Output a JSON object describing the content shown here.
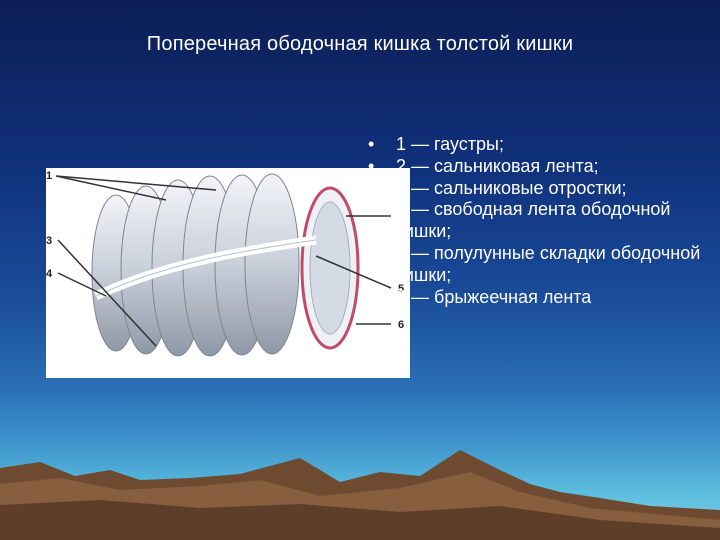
{
  "slide": {
    "title": "Поперечная ободочная кишка толстой кишки",
    "bullets": [
      "1 — гаустры;",
      "2 — сальниковая лента;",
      "3 — сальниковые отростки;",
      "4 — свободная лента ободочной кишки;",
      "5 — полулунные складки ободочной кишки;",
      "6 — брыжеечная лента"
    ],
    "bullet_glyph": "•",
    "figure_labels": [
      "1",
      "3",
      "4",
      "5",
      "6"
    ]
  },
  "colors": {
    "background_top": "#0c1e55",
    "background_bottom": "#7fd8e8",
    "text": "#ffffff",
    "mountains": "#7a5438"
  }
}
